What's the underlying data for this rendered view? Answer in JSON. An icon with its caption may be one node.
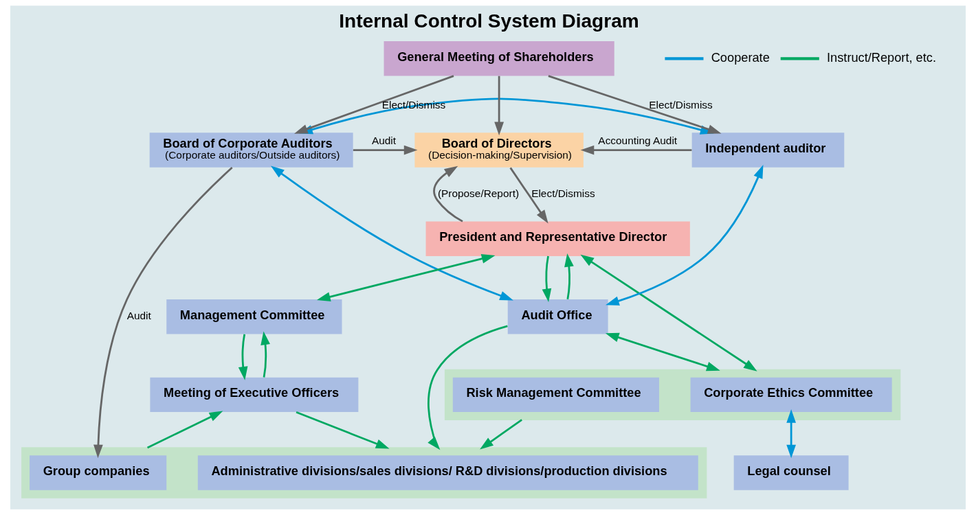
{
  "diagram": {
    "title": "Internal Control System Diagram",
    "nodes": [
      {
        "text": [
          "Board of Corporate Auditors",
          "(Corporate auditors/Outside auditors)"
        ]
      },
      {
        "text": [
          "General Meeting of Shareholders"
        ]
      },
      {
        "text": [
          "Board of Directors",
          "(Decision-making/Supervision)"
        ]
      },
      {
        "text": [
          "President and Representative Director"
        ]
      },
      {
        "text": [
          "Independent auditor"
        ]
      },
      {
        "text": [
          "Legal counsel"
        ]
      },
      {
        "text": [
          "Audit Office"
        ]
      },
      {
        "text": [
          "Management Committee"
        ]
      },
      {
        "text": [
          "Meeting of Executive Officers"
        ]
      },
      {
        "text": [],
        "shape": "box"
      },
      {
        "text": [
          "Risk Management Committee"
        ],
        "in": 9
      },
      {
        "text": [
          "Corporate Ethics Committee"
        ],
        "in": 9
      },
      {
        "text": [],
        "shape": "box"
      },
      {
        "text": [
          "Group companies"
        ],
        "in": 12
      },
      {
        "text": [
          "Administrative divisions/sales divisions/ R&D divisions/production divisions"
        ],
        "in": 12
      }
    ],
    "edges": [
      {
        "from": 1,
        "to": 0,
        "arrow": "to",
        "label": "Elect/Dismiss",
        "color": "#666666"
      },
      {
        "from": 1,
        "to": 2,
        "arrow": "to",
        "color": "#666666"
      },
      {
        "from": 1,
        "to": 4,
        "arrow": "to",
        "label": "Elect/Dismiss",
        "color": "#666666"
      },
      {
        "from": 0,
        "to": 2,
        "arrow": "to",
        "label": "Audit",
        "color": "#666666"
      },
      {
        "from": 4,
        "to": 2,
        "arrow": "to",
        "label": "Accounting Audit",
        "color": "#666666"
      },
      {
        "from": 3,
        "to": 2,
        "arrow": "to",
        "label": "(Propose/Report)",
        "color": "#666666"
      },
      {
        "from": 2,
        "to": 3,
        "arrow": "to",
        "label": "Elect/Dismiss",
        "color": "#666666"
      },
      {
        "from": 0,
        "to": 4,
        "arrow": "both",
        "color": "#0096d6"
      },
      {
        "from": 6,
        "to": 4,
        "arrow": "both",
        "color": "#0096d6"
      },
      {
        "from": 0,
        "to": 6,
        "arrow": "both",
        "color": "#0096d6"
      },
      {
        "from": 6,
        "to": 3,
        "arrow": "to"
      },
      {
        "from": 3,
        "to": 6,
        "arrow": "to"
      },
      {
        "from": 3,
        "to": 7,
        "arrow": "both"
      },
      {
        "from": 3,
        "to": 9,
        "arrow": "both"
      },
      {
        "from": 8,
        "to": 7,
        "arrow": "to"
      },
      {
        "from": 7,
        "to": 8,
        "arrow": "to"
      },
      {
        "from": 11,
        "to": 5,
        "arrow": "both",
        "color": "#0096d6"
      },
      {
        "from": 6,
        "to": 12,
        "arrow": "to"
      },
      {
        "from": 6,
        "to": 9,
        "arrow": "both"
      },
      {
        "from": 12,
        "to": 8,
        "arrow": "to"
      },
      {
        "from": 8,
        "to": 12,
        "arrow": "to"
      },
      {
        "from": 9,
        "to": 12,
        "arrow": "to"
      },
      {
        "from": 0,
        "to": 13,
        "arrow": "to",
        "label": "Audit",
        "color": "#666666"
      }
    ],
    "legend": [
      {
        "text": "Cooperate"
      },
      {
        "text": "Instruct/Report, etc."
      }
    ]
  }
}
